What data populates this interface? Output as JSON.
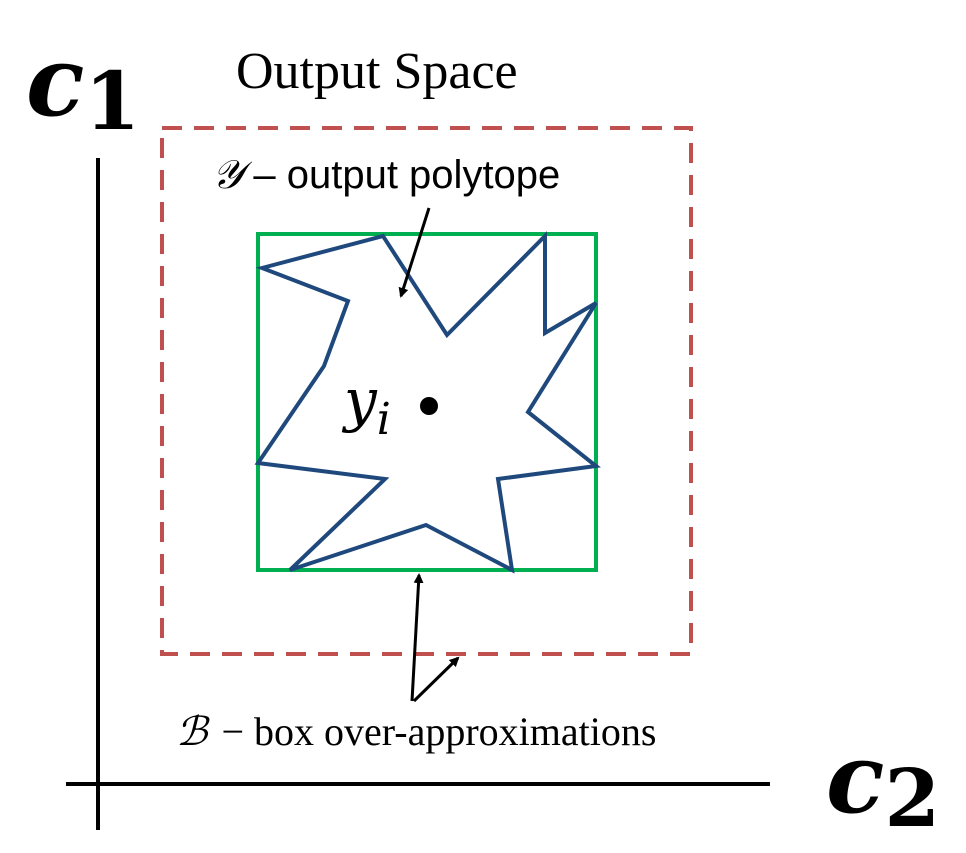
{
  "title": "Output Space",
  "axes": {
    "vertical": {
      "symbol": "c",
      "subscript": "1"
    },
    "horizontal": {
      "symbol": "c",
      "subscript": "2"
    }
  },
  "polytope": {
    "symbol": "𝒴",
    "label": "– output polytope"
  },
  "point": {
    "symbol": "y",
    "subscript": "i"
  },
  "box": {
    "symbol": "ℬ",
    "label": "− box over-approximations"
  },
  "colors": {
    "outer_box": "#c0504d",
    "tight_box": "#00b050",
    "polytope": "#1f497d",
    "ink": "#000000"
  }
}
